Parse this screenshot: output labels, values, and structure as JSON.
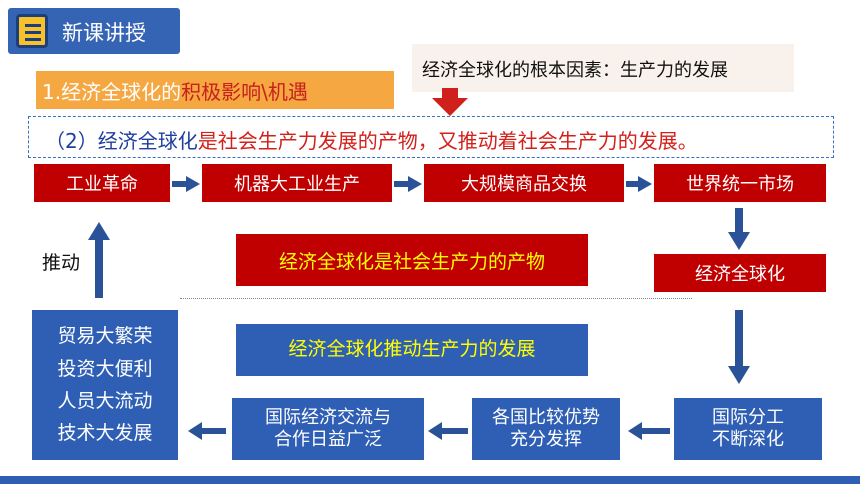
{
  "header": {
    "title": "新课讲授",
    "icon": "notebook-icon"
  },
  "section": {
    "prefix": "1.经济全球化的",
    "highlight": "积极影响\\机遇"
  },
  "callout": {
    "text": "经济全球化的根本因素：生产力的发展"
  },
  "statement": {
    "part1": "（2）经济全球化",
    "is": "是",
    "part2": "社会生产力发展的产物，又推动着社会生产力的发展。"
  },
  "flow_top": [
    "工业革命",
    "机器大工业生产",
    "大规模商品交换",
    "世界统一市场"
  ],
  "globalization": "经济全球化",
  "center_red": "经济全球化是社会生产力的产物",
  "center_blue": "经济全球化推动生产力的发展",
  "division": "国际分工\n不断深化",
  "advantage": "各国比较优势\n充分发挥",
  "exchange": "国际经济交流与\n合作日益广泛",
  "results": [
    "贸易大繁荣",
    "投资大便利",
    "人员大流动",
    "技术大发展"
  ],
  "push_label": "推动",
  "colors": {
    "red": "#c00000",
    "blue": "#2f5fb4",
    "orange": "#f5a742",
    "yellow_text": "#ffff00"
  }
}
